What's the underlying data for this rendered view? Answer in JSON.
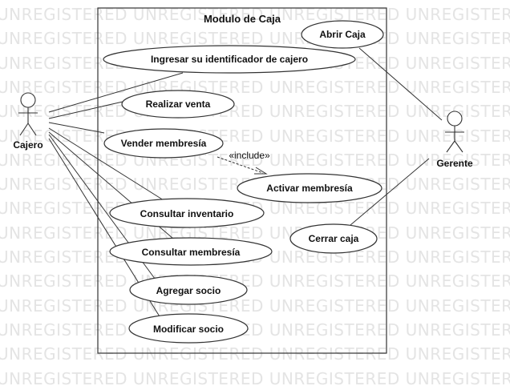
{
  "watermark": {
    "text": "UNREGISTERED UNREGISTERED UNREGISTERED UNREGISTERED UN",
    "lines": 16
  },
  "system": {
    "title": "Modulo de Caja"
  },
  "actors": {
    "cajero": "Cajero",
    "gerente": "Gerente"
  },
  "use_cases": {
    "abrir_caja": "Abrir Caja",
    "ingresar_identificador": "Ingresar su identificador de cajero",
    "realizar_venta": "Realizar venta",
    "vender_membresia": "Vender membresía",
    "activar_membresia": "Activar membresía",
    "consultar_inventario": "Consultar inventario",
    "cerrar_caja": "Cerrar caja",
    "consultar_membresia": "Consultar membresía",
    "agregar_socio": "Agregar socio",
    "modificar_socio": "Modificar socio"
  },
  "relations": {
    "include_label": "«include»"
  },
  "colors": {
    "stroke": "#333333",
    "fill": "#ffffff",
    "watermark": "#e4e4e4"
  }
}
